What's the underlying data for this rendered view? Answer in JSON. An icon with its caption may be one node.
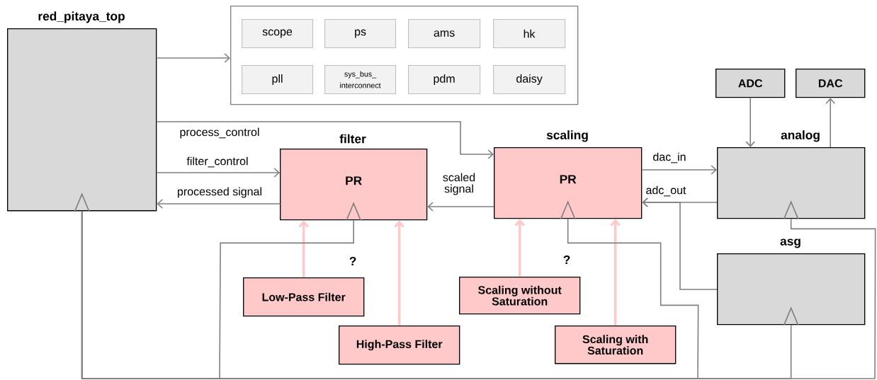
{
  "diagram": {
    "nodes": [
      {
        "text": [
          "red_pitaya_top"
        ]
      },
      {
        "text": [],
        "shape": "box"
      },
      {
        "text": [
          "scope"
        ],
        "in": 1
      },
      {
        "text": [
          "ps"
        ],
        "in": 1
      },
      {
        "text": [
          "ams"
        ],
        "in": 1
      },
      {
        "text": [
          "hk"
        ],
        "in": 1
      },
      {
        "text": [
          "pll"
        ],
        "in": 1
      },
      {
        "text": [
          "sys_bus_ interconnect"
        ],
        "in": 1
      },
      {
        "text": [
          "pdm"
        ],
        "in": 1
      },
      {
        "text": [
          "daisy"
        ],
        "in": 1
      },
      {
        "text": [
          "ADC"
        ]
      },
      {
        "text": [
          "DAC"
        ]
      },
      {
        "text": [
          "filter",
          "PR"
        ]
      },
      {
        "text": [
          "scaling",
          "PR"
        ]
      },
      {
        "text": [
          "analog"
        ]
      },
      {
        "text": [
          "asg"
        ]
      },
      {
        "text": [
          "Low-Pass Filter"
        ]
      },
      {
        "text": [
          "Scaling without Saturation"
        ]
      },
      {
        "text": [
          "High-Pass Filter"
        ]
      },
      {
        "text": [
          "Scaling with Saturation"
        ]
      }
    ],
    "edges": [
      {
        "from": 0,
        "to": 1,
        "arrow": "to"
      },
      {
        "from": 0,
        "to": 13,
        "arrow": "to",
        "label": "process_control"
      },
      {
        "from": 0,
        "to": 12,
        "arrow": "to",
        "label": "filter_control"
      },
      {
        "from": 12,
        "to": 0,
        "arrow": "to",
        "label": "processed signal"
      },
      {
        "from": 13,
        "to": 12,
        "arrow": "to",
        "label": "scaled signal"
      },
      {
        "from": 13,
        "to": 14,
        "arrow": "to",
        "label": "dac_in"
      },
      {
        "from": 14,
        "to": 13,
        "arrow": "to",
        "label": "adc_out"
      },
      {
        "from": 15,
        "to": 13,
        "arrow": "to"
      },
      {
        "from": 10,
        "to": 14,
        "arrow": "to"
      },
      {
        "from": 14,
        "to": 11,
        "arrow": "to"
      },
      {
        "from": 16,
        "to": 12,
        "arrow": "to",
        "style": "thick",
        "color": "#ffc9c9"
      },
      {
        "from": 18,
        "to": 12,
        "arrow": "to",
        "style": "thick",
        "color": "#ffc9c9"
      },
      {
        "from": 17,
        "to": 13,
        "arrow": "to",
        "style": "thick",
        "color": "#ffc9c9"
      },
      {
        "from": 19,
        "to": 13,
        "arrow": "to",
        "style": "thick",
        "color": "#ffc9c9"
      },
      {
        "from": 0,
        "to": 12,
        "arrow": "both"
      },
      {
        "from": 0,
        "to": 13,
        "arrow": "to"
      },
      {
        "from": 0,
        "to": 14,
        "arrow": "to"
      },
      {
        "from": 0,
        "to": 15,
        "arrow": "to"
      }
    ],
    "labels": [
      "?",
      "?"
    ]
  }
}
